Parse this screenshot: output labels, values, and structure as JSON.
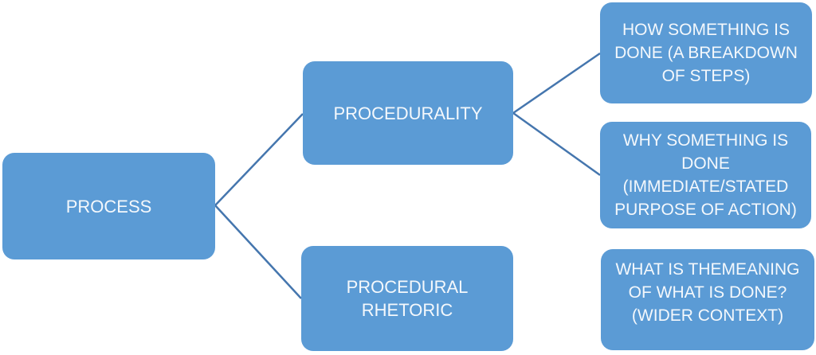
{
  "diagram": {
    "type": "hierarchy",
    "nodes": {
      "process": {
        "label": "PROCESS"
      },
      "procedurality": {
        "label": "PROCEDURALITY"
      },
      "procedural_rhetoric": {
        "lines": [
          "PROCEDURAL",
          "RHETORIC"
        ]
      },
      "how": {
        "lines": [
          "HOW SOMETHING IS",
          "DONE (A BREAKDOWN",
          "OF STEPS)"
        ]
      },
      "why": {
        "lines": [
          "WHY SOMETHING IS",
          "DONE",
          "(IMMEDIATE/STATED",
          "PURPOSE OF ACTION)"
        ]
      },
      "what": {
        "lines": [
          "WHAT IS THEMEANING",
          "OF WHAT IS DONE?",
          "(WIDER CONTEXT)"
        ]
      }
    },
    "edges": [
      {
        "from": "PROCESS",
        "to": "PROCEDURALITY"
      },
      {
        "from": "PROCESS",
        "to": "PROCEDURAL RHETORIC"
      },
      {
        "from": "PROCEDURALITY",
        "to": "HOW SOMETHING IS DONE (A BREAKDOWN OF STEPS)"
      },
      {
        "from": "PROCEDURALITY",
        "to": "WHY SOMETHING IS DONE (IMMEDIATE/STATED PURPOSE OF ACTION)"
      }
    ],
    "colors": {
      "node_fill": "#5B9BD5",
      "connector": "#4576AE",
      "text": "#F4F8FC",
      "background": "#FFFFFF"
    }
  }
}
